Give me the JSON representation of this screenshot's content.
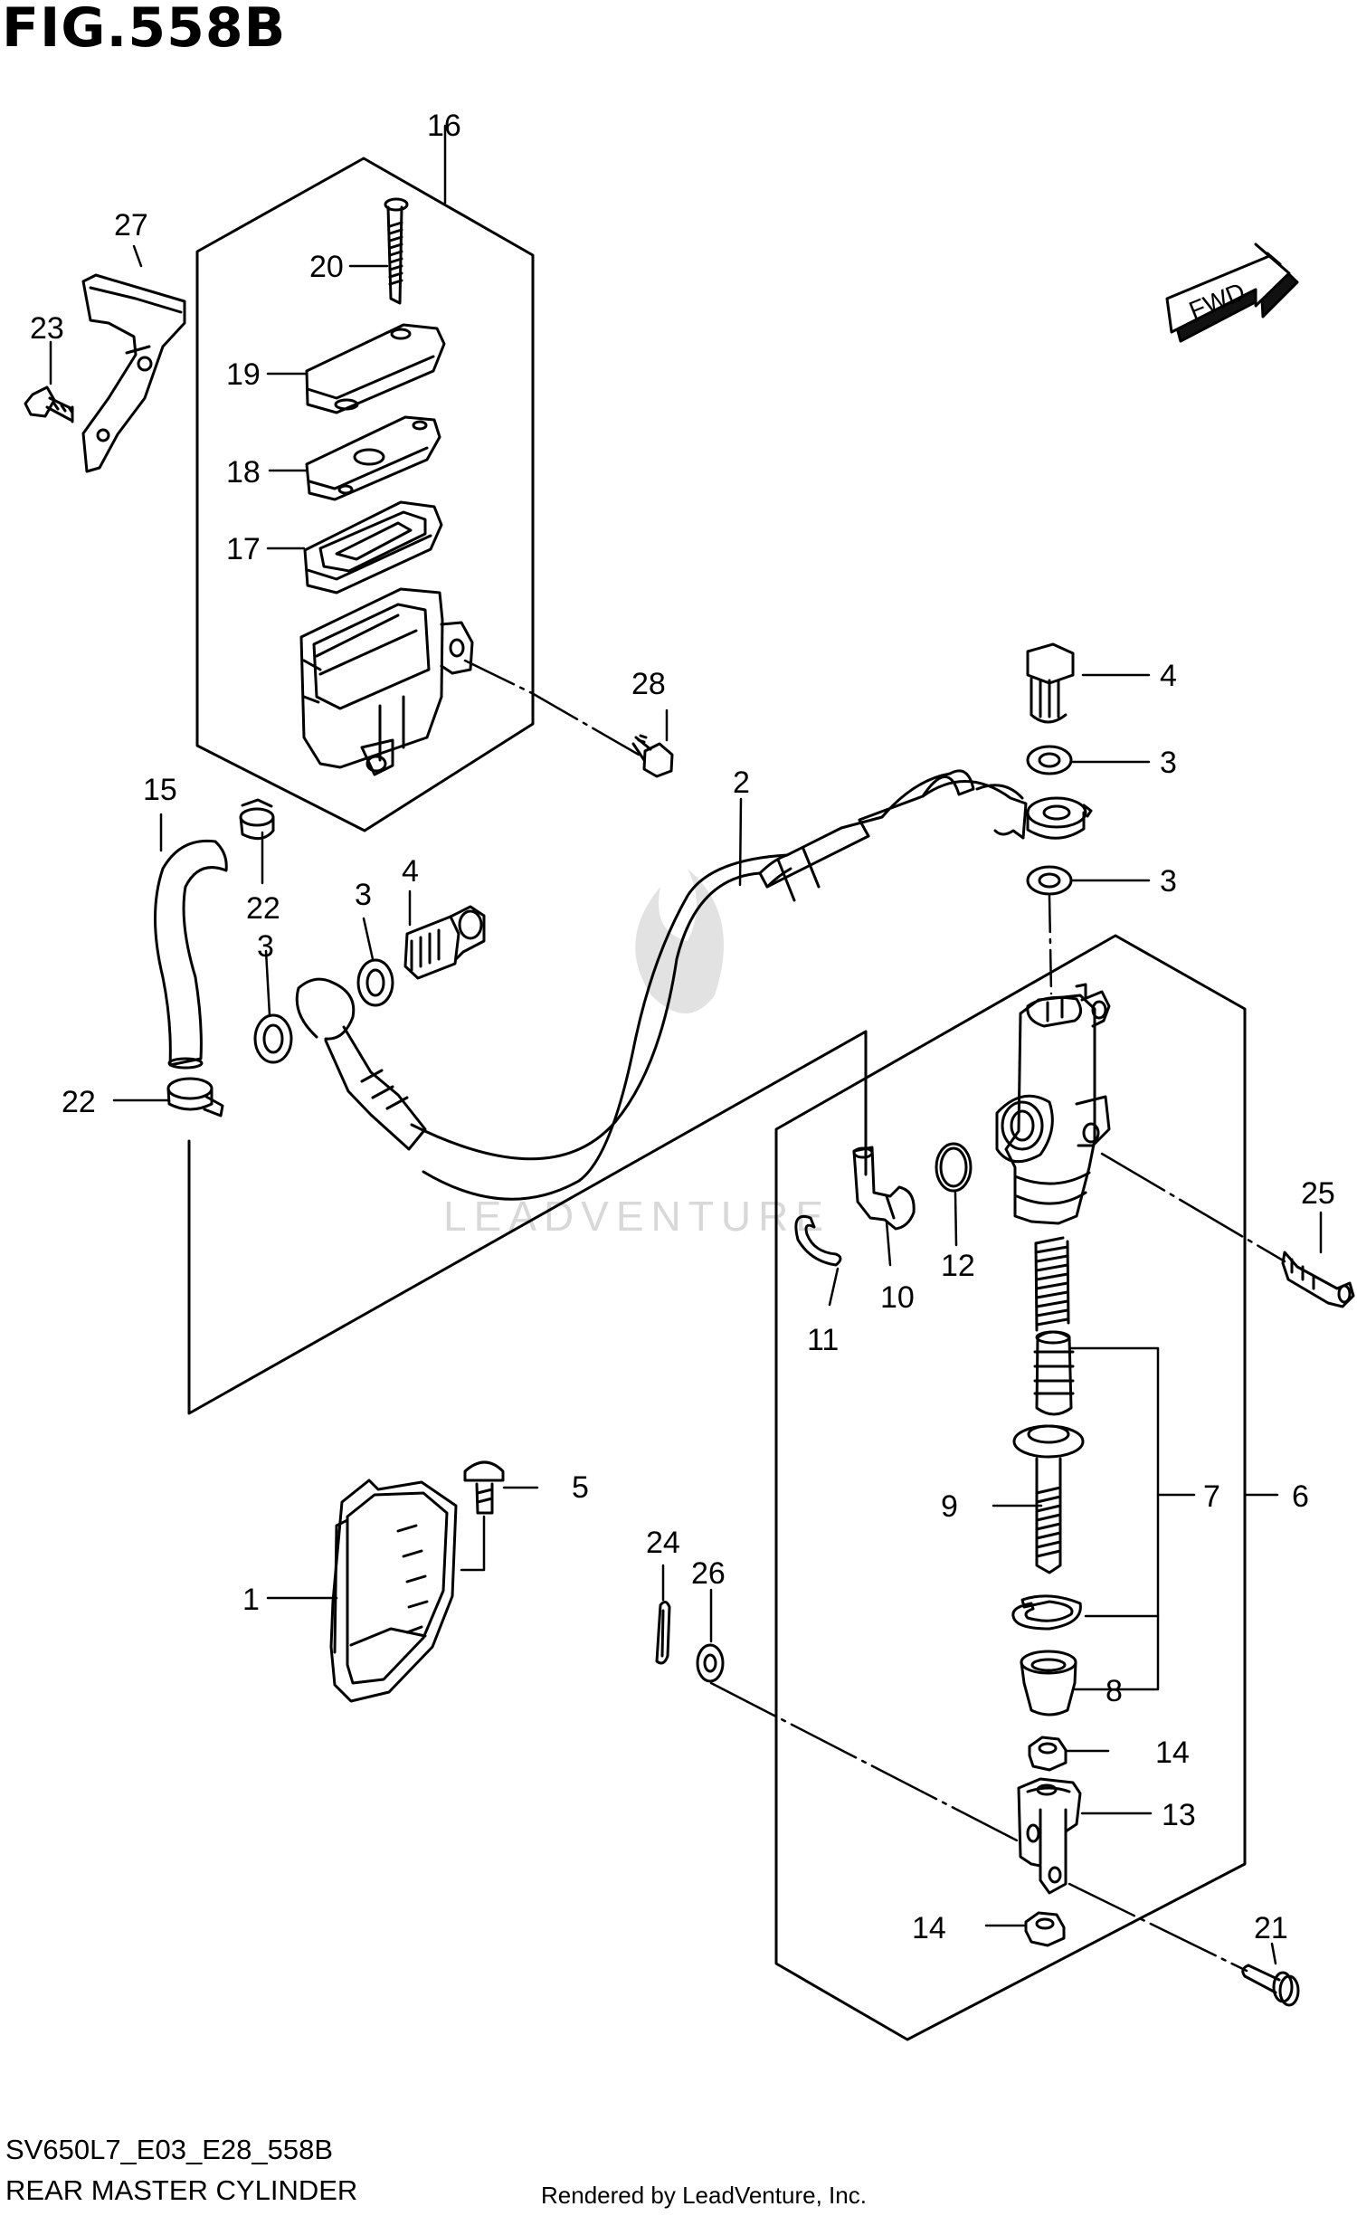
{
  "figure": {
    "title": "FIG.558B",
    "code": "SV650L7_E03_E28_558B",
    "name": "REAR MASTER CYLINDER",
    "rendered_by": "Rendered by LeadVenture, Inc.",
    "watermark": "LEADVENTURE",
    "fwd_label": "FWD"
  },
  "callouts": {
    "c1": "1",
    "c2": "2",
    "c3a": "3",
    "c3b": "3",
    "c3c": "3",
    "c3d": "3",
    "c4a": "4",
    "c4b": "4",
    "c5": "5",
    "c6": "6",
    "c7": "7",
    "c8": "8",
    "c9": "9",
    "c10": "10",
    "c11": "11",
    "c12": "12",
    "c13": "13",
    "c14a": "14",
    "c14b": "14",
    "c15": "15",
    "c16": "16",
    "c17": "17",
    "c18": "18",
    "c19": "19",
    "c20": "20",
    "c21": "21",
    "c22a": "22",
    "c22b": "22",
    "c23": "23",
    "c24": "24",
    "c25": "25",
    "c26": "26",
    "c27": "27",
    "c28": "28"
  }
}
